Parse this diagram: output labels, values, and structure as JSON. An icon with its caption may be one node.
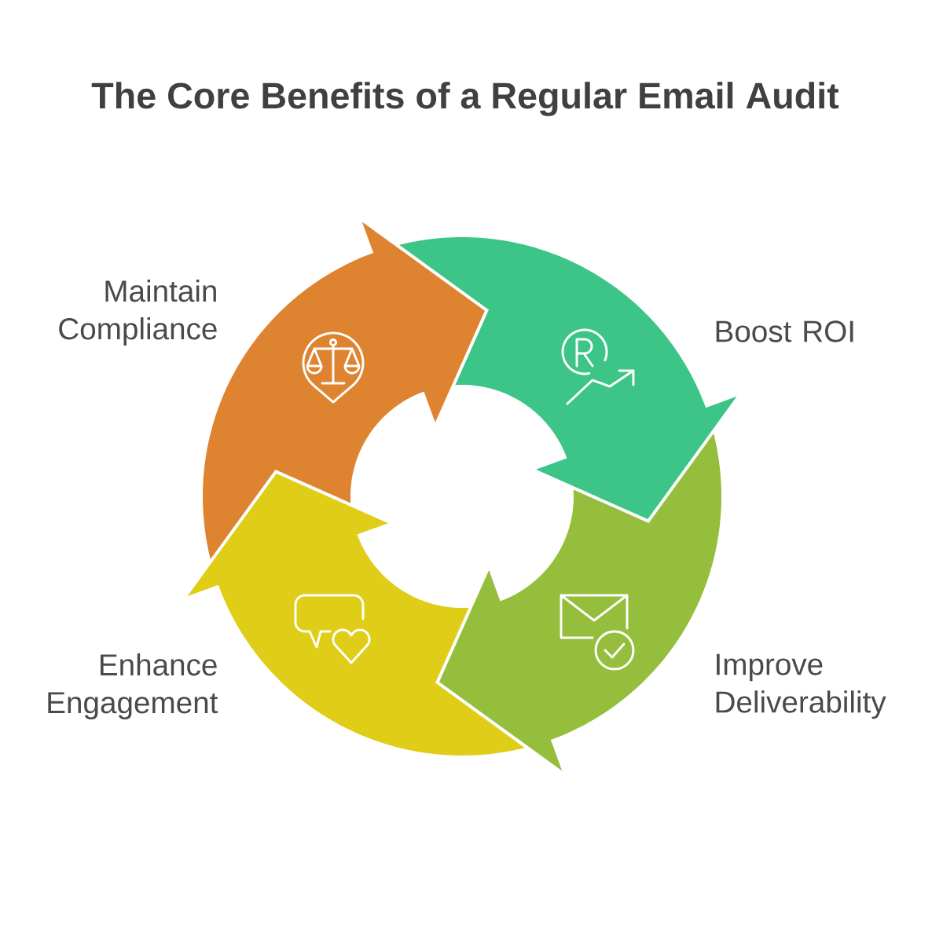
{
  "diagram": {
    "title": "The Core Benefits of a Regular Email Audit",
    "nodes": [
      {
        "text": [
          "Maintain Compliance"
        ]
      },
      {
        "text": [
          "Boost ROI"
        ]
      },
      {
        "text": [
          "Improve Deliverability"
        ]
      },
      {
        "text": [
          "Enhance Engagement"
        ]
      }
    ]
  }
}
